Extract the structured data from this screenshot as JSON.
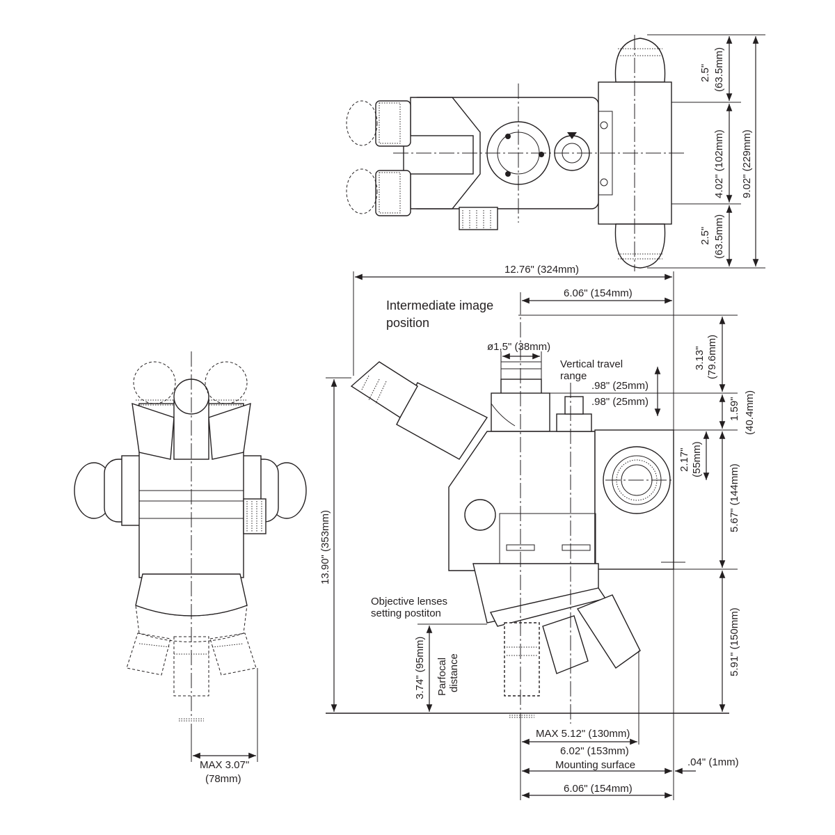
{
  "top_view": {
    "dim_top_knob": [
      "2.5\"",
      "(63.5mm)"
    ],
    "dim_body": "4.02\" (102mm)",
    "dim_bottom_knob": [
      "2.5\"",
      "(63.5mm)"
    ],
    "dim_total": "9.02\" (229mm)"
  },
  "side_view": {
    "dim_overall_width": "12.76\" (324mm)",
    "dim_top_offset": "6.06\" (154mm)",
    "intermediate_image": [
      "Intermediate image",
      "position"
    ],
    "dim_diameter": "ø1,5\" (38mm)",
    "vertical_travel": [
      "Vertical travel",
      "range"
    ],
    "dim_travel_up": ".98\" (25mm)",
    "dim_travel_down": ".98\" (25mm)",
    "dim_image_height": [
      "3.13\"",
      "(79.6mm)"
    ],
    "dim_head_height": [
      "1.59\"",
      "(40.4mm)"
    ],
    "dim_knob_offset": [
      "2.17\"",
      "(55mm)"
    ],
    "dim_body_height": "5.67\" (144mm)",
    "dim_lower_height": "5.91\" (150mm)",
    "dim_total_height": "13.90\" (353mm)",
    "objective_setting": [
      "Objective lenses",
      "setting postiton"
    ],
    "dim_parfocal": "3.74\" (95mm)",
    "parfocal_label": [
      "Parfocal",
      "distance"
    ],
    "dim_max_reach": "MAX 5.12\" (130mm)",
    "dim_reach": "6.02\" (153mm)",
    "mounting_surface": "Mounting surface",
    "dim_mount_gap": ".04\" (1mm)",
    "dim_bottom_offset": "6.06\" (154mm)"
  },
  "front_view": {
    "dim_max": [
      "MAX 3.07\"",
      "(78mm)"
    ]
  }
}
